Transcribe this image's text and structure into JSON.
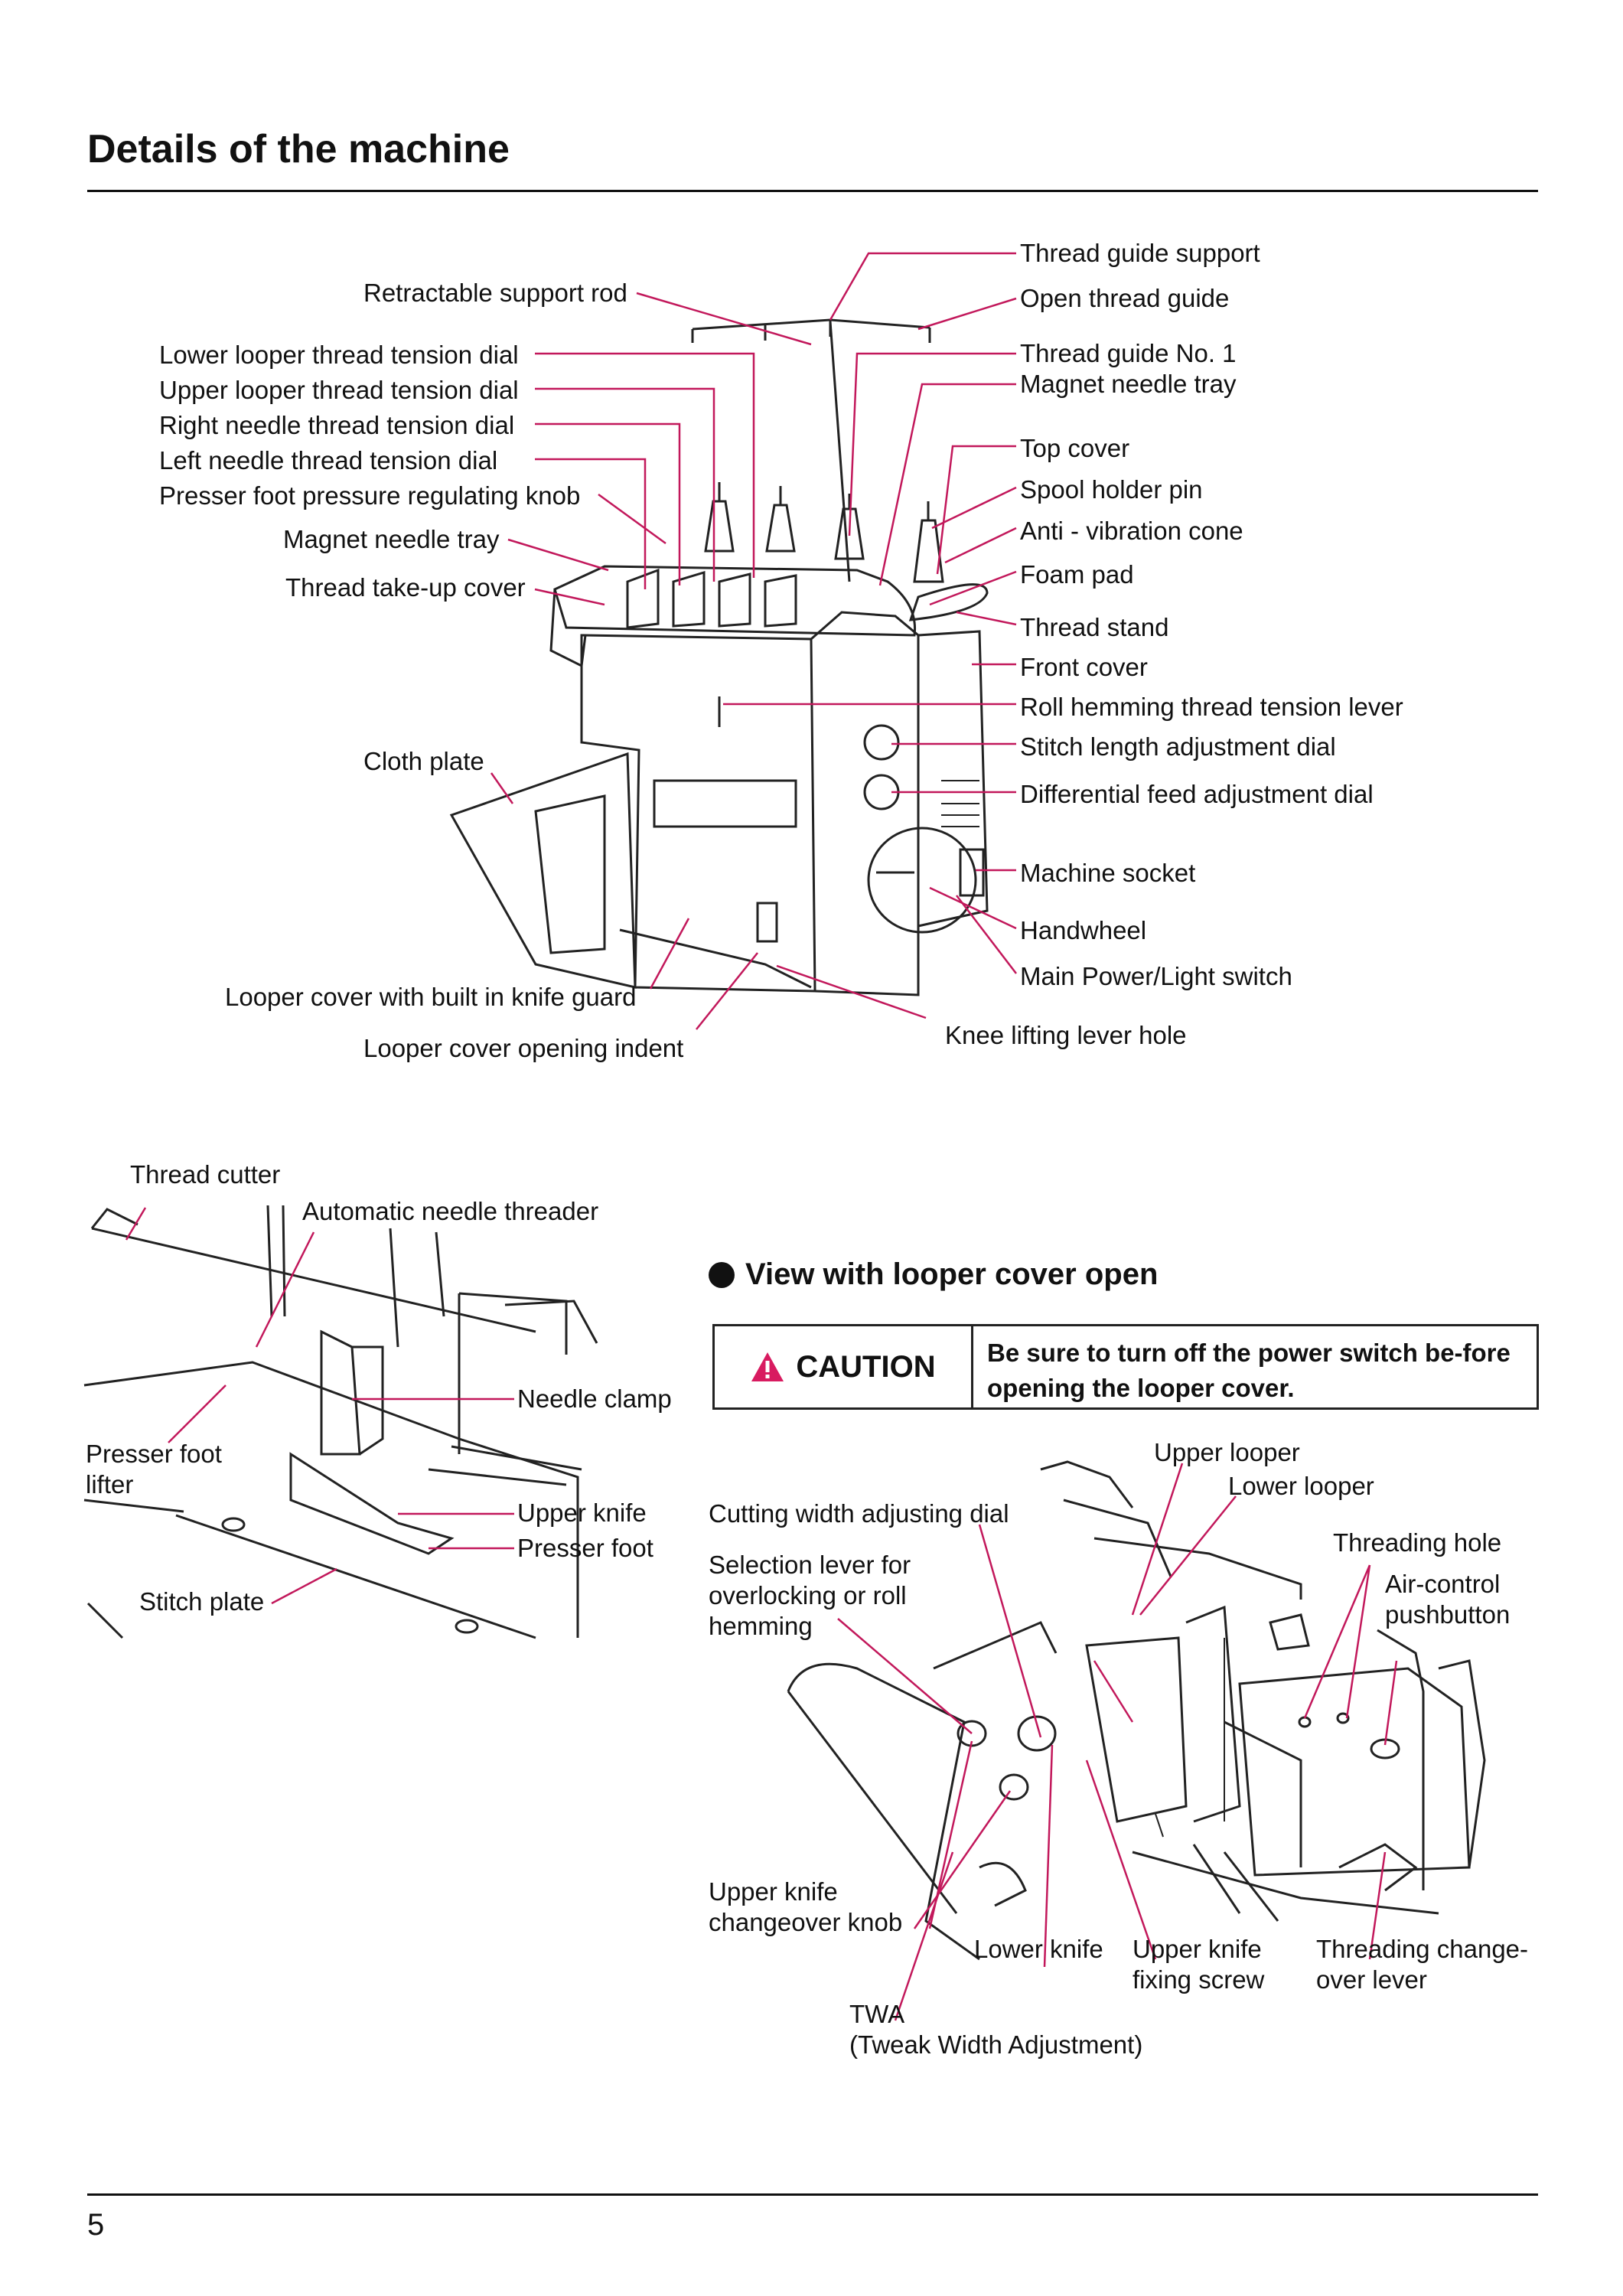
{
  "page": {
    "title": "Details of the machine",
    "page_number": "5"
  },
  "machine_labels": {
    "thread_guide_support": "Thread guide support",
    "open_thread_guide": "Open thread guide",
    "retractable_support_rod": "Retractable support rod",
    "thread_guide_no1": "Thread guide No. 1",
    "magnet_needle_tray_right": "Magnet needle tray",
    "lower_looper_dial": "Lower looper thread tension dial",
    "upper_looper_dial": "Upper looper thread tension dial",
    "right_needle_dial": "Right needle thread tension dial",
    "left_needle_dial": "Left needle thread tension dial",
    "presser_pressure_knob": "Presser foot pressure regulating knob",
    "magnet_needle_tray_left": "Magnet needle tray",
    "thread_takeup_cover": "Thread take-up cover",
    "top_cover": "Top cover",
    "spool_holder_pin": "Spool holder pin",
    "anti_vibration_cone": "Anti - vibration cone",
    "foam_pad": "Foam pad",
    "thread_stand": "Thread stand",
    "front_cover": "Front cover",
    "roll_hemming_lever": "Roll hemming thread tension lever",
    "stitch_length_dial": "Stitch length adjustment dial",
    "differential_feed_dial": "Differential feed adjustment dial",
    "cloth_plate": "Cloth plate",
    "machine_socket": "Machine socket",
    "handwheel": "Handwheel",
    "main_power_switch": "Main Power/Light switch",
    "looper_cover_knife_guard": "Looper cover with built in knife guard",
    "knee_lifting_hole": "Knee lifting lever hole",
    "looper_cover_indent": "Looper cover opening indent"
  },
  "foot_labels": {
    "thread_cutter": "Thread cutter",
    "auto_needle_threader": "Automatic needle threader",
    "needle_clamp": "Needle clamp",
    "presser_foot_lifter": "Presser foot lifter",
    "upper_knife": "Upper knife",
    "presser_foot": "Presser foot",
    "stitch_plate": "Stitch plate"
  },
  "looper_view": {
    "heading": "View with looper cover open",
    "caution_label": "CAUTION",
    "caution_text": "Be sure to turn off the power switch be-fore opening the looper cover.",
    "upper_looper": "Upper looper",
    "lower_looper": "Lower looper",
    "cutting_width_dial": "Cutting width adjusting dial",
    "threading_hole": "Threading hole",
    "selection_lever": "Selection lever for overlocking or roll hemming",
    "air_control_button": "Air-control pushbutton",
    "upper_knife_knob": "Upper knife changeover knob",
    "lower_knife": "Lower knife",
    "upper_knife_screw": "Upper knife fixing screw",
    "threading_changeover_lever": "Threading change-over lever",
    "twa": "TWA",
    "twa_full": "(Tweak Width Adjustment)"
  },
  "colors": {
    "leader_line": "#c2185b",
    "caution_icon": "#d81b60",
    "ink": "#111111"
  }
}
